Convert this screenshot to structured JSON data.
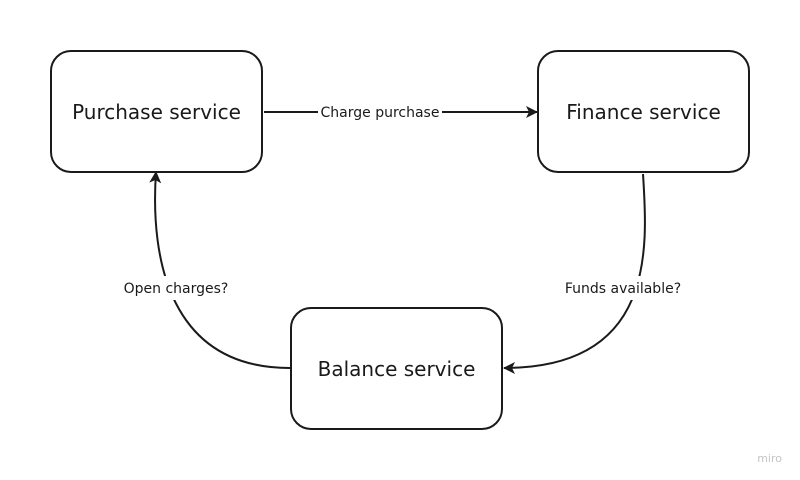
{
  "nodes": {
    "purchase": "Purchase service",
    "finance": "Finance service",
    "balance": "Balance service"
  },
  "edges": {
    "charge_purchase": "Charge purchase",
    "funds_available": "Funds available?",
    "open_charges": "Open charges?"
  },
  "watermark": "miro",
  "colors": {
    "stroke": "#1a1a1a",
    "background": "#ffffff",
    "watermark": "#c4c4c4"
  }
}
